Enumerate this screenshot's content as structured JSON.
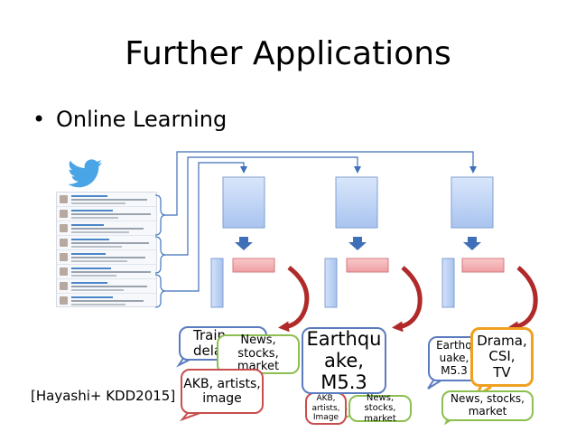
{
  "slide": {
    "title": "Further Applications",
    "bullet": "Online Learning",
    "citation": "[Hayashi+ KDD2015]"
  },
  "icons": {
    "bird": "twitter-bird-icon",
    "bullet": "bullet-dot"
  },
  "colors": {
    "model_box": "#c6d9f7",
    "bar": "#f6b5b8",
    "arrow_down": "#3f6fb6",
    "curve_arrow": "#b02a2a",
    "bubble_blue": "#5b7bbf",
    "bubble_green": "#8cbf4f",
    "bubble_red": "#c84e4e",
    "bubble_orange": "#f0a020"
  },
  "bubbles": {
    "train_delay": [
      "Train",
      "delay"
    ],
    "news_stocks_1": [
      "News, stocks,",
      "market"
    ],
    "akb_1": [
      "AKB, artists,",
      "image"
    ],
    "earthquake_big": [
      "Earthqu",
      "ake,",
      "M5.3"
    ],
    "akb_2": [
      "AKB,",
      "artists,",
      "Image"
    ],
    "news_stocks_2": [
      "News, stocks,",
      "market"
    ],
    "earthquake_small": [
      "Earthq",
      "uake,",
      "M5.3"
    ],
    "drama": [
      "Drama,",
      "CSI,",
      "TV"
    ],
    "news_stocks_3": [
      "News, stocks,",
      "market"
    ]
  }
}
